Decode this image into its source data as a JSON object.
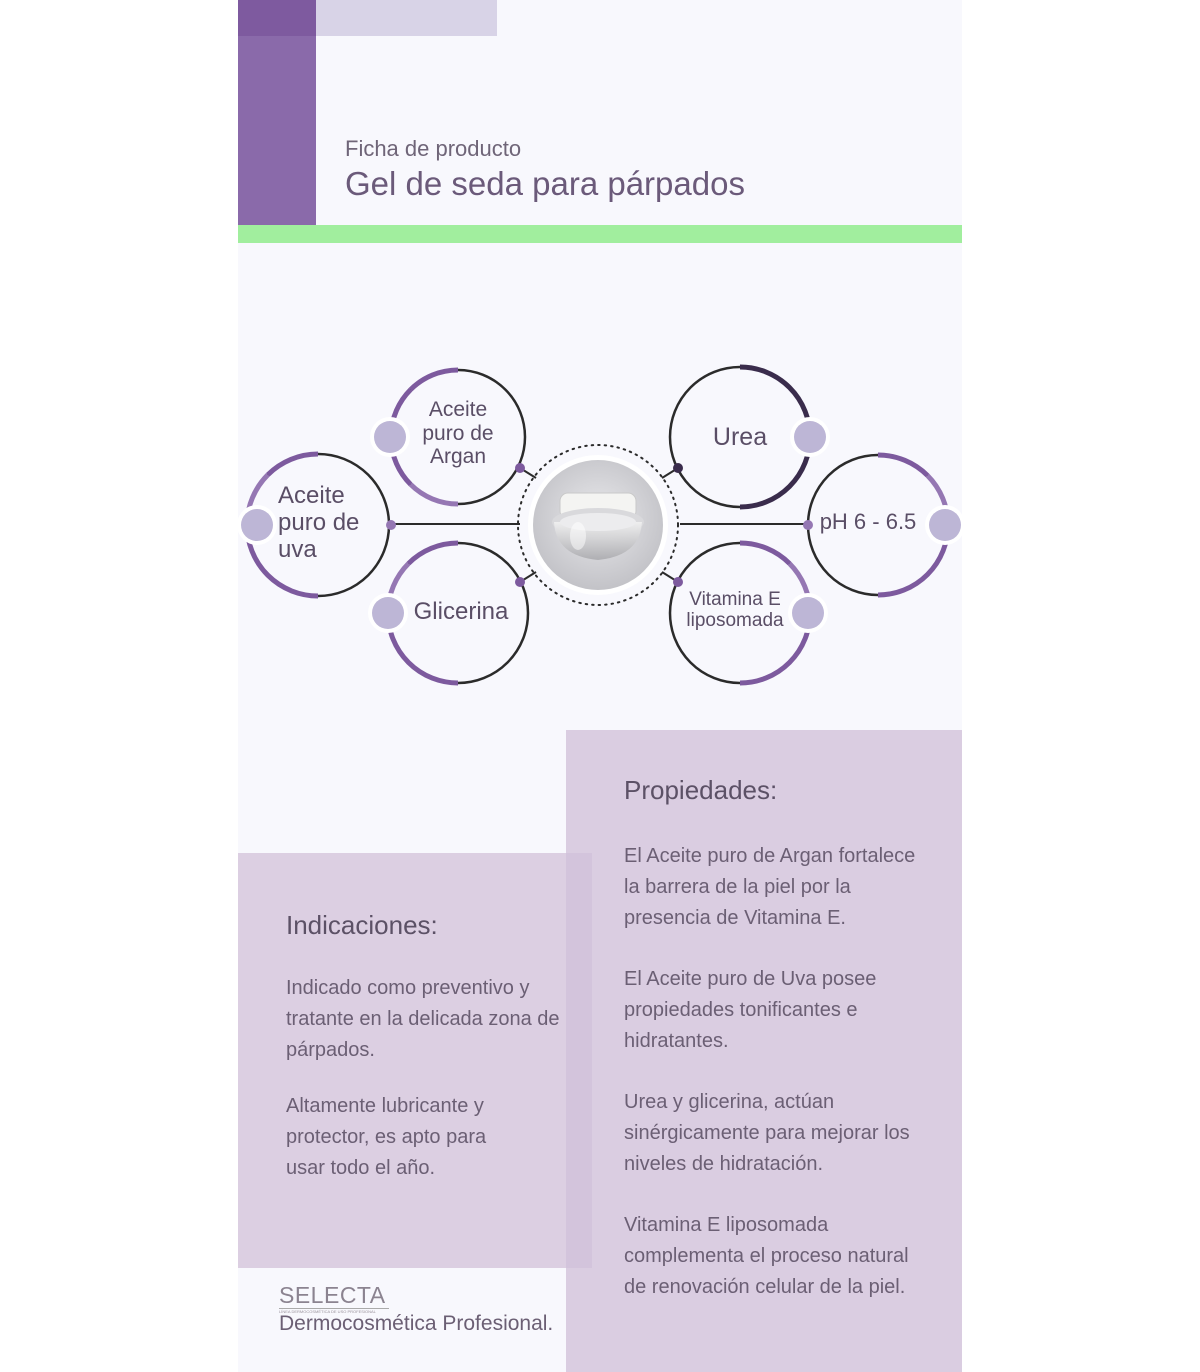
{
  "header": {
    "subtitle": "Ficha de producto",
    "title": "Gel de seda para párpados"
  },
  "ingredients": {
    "argan": "Aceite puro de Argan",
    "uva": "Aceite puro de uva",
    "glicerina": "Glicerina",
    "urea": "Urea",
    "ph": "pH 6 - 6.5",
    "vitamina": "Vitamina E liposomada"
  },
  "indicaciones": {
    "title": "Indicaciones:",
    "p1": "Indicado como preventivo y tratante en la delicada zona de párpados.",
    "p2": "Altamente lubricante y protector, es apto para usar todo el año."
  },
  "propiedades": {
    "title": "Propiedades:",
    "p1": "El Aceite puro de Argan fortalece la barrera de la piel por la presencia de Vitamina E.",
    "p2": "El Aceite puro de Uva posee propiedades tonificantes e hidratantes.",
    "p3": "Urea y glicerina, actúan sinérgicamente para mejorar los niveles de hidratación.",
    "p4": "Vitamina E liposomada complementa el proceso natural de renovación celular de la piel."
  },
  "footer": {
    "brand": "SELECTA",
    "brand_small": "LÍNEA DERMOCOSMÉTICA DE USO PROFESIONAL",
    "tagline": "Dermocosmética Profesional."
  },
  "colors": {
    "purple": "#8a6aaa",
    "dark_purple": "#3a2c4c",
    "green": "#a1ee9e",
    "panel": "#dccfe2",
    "dot": "#bdb6d6"
  }
}
